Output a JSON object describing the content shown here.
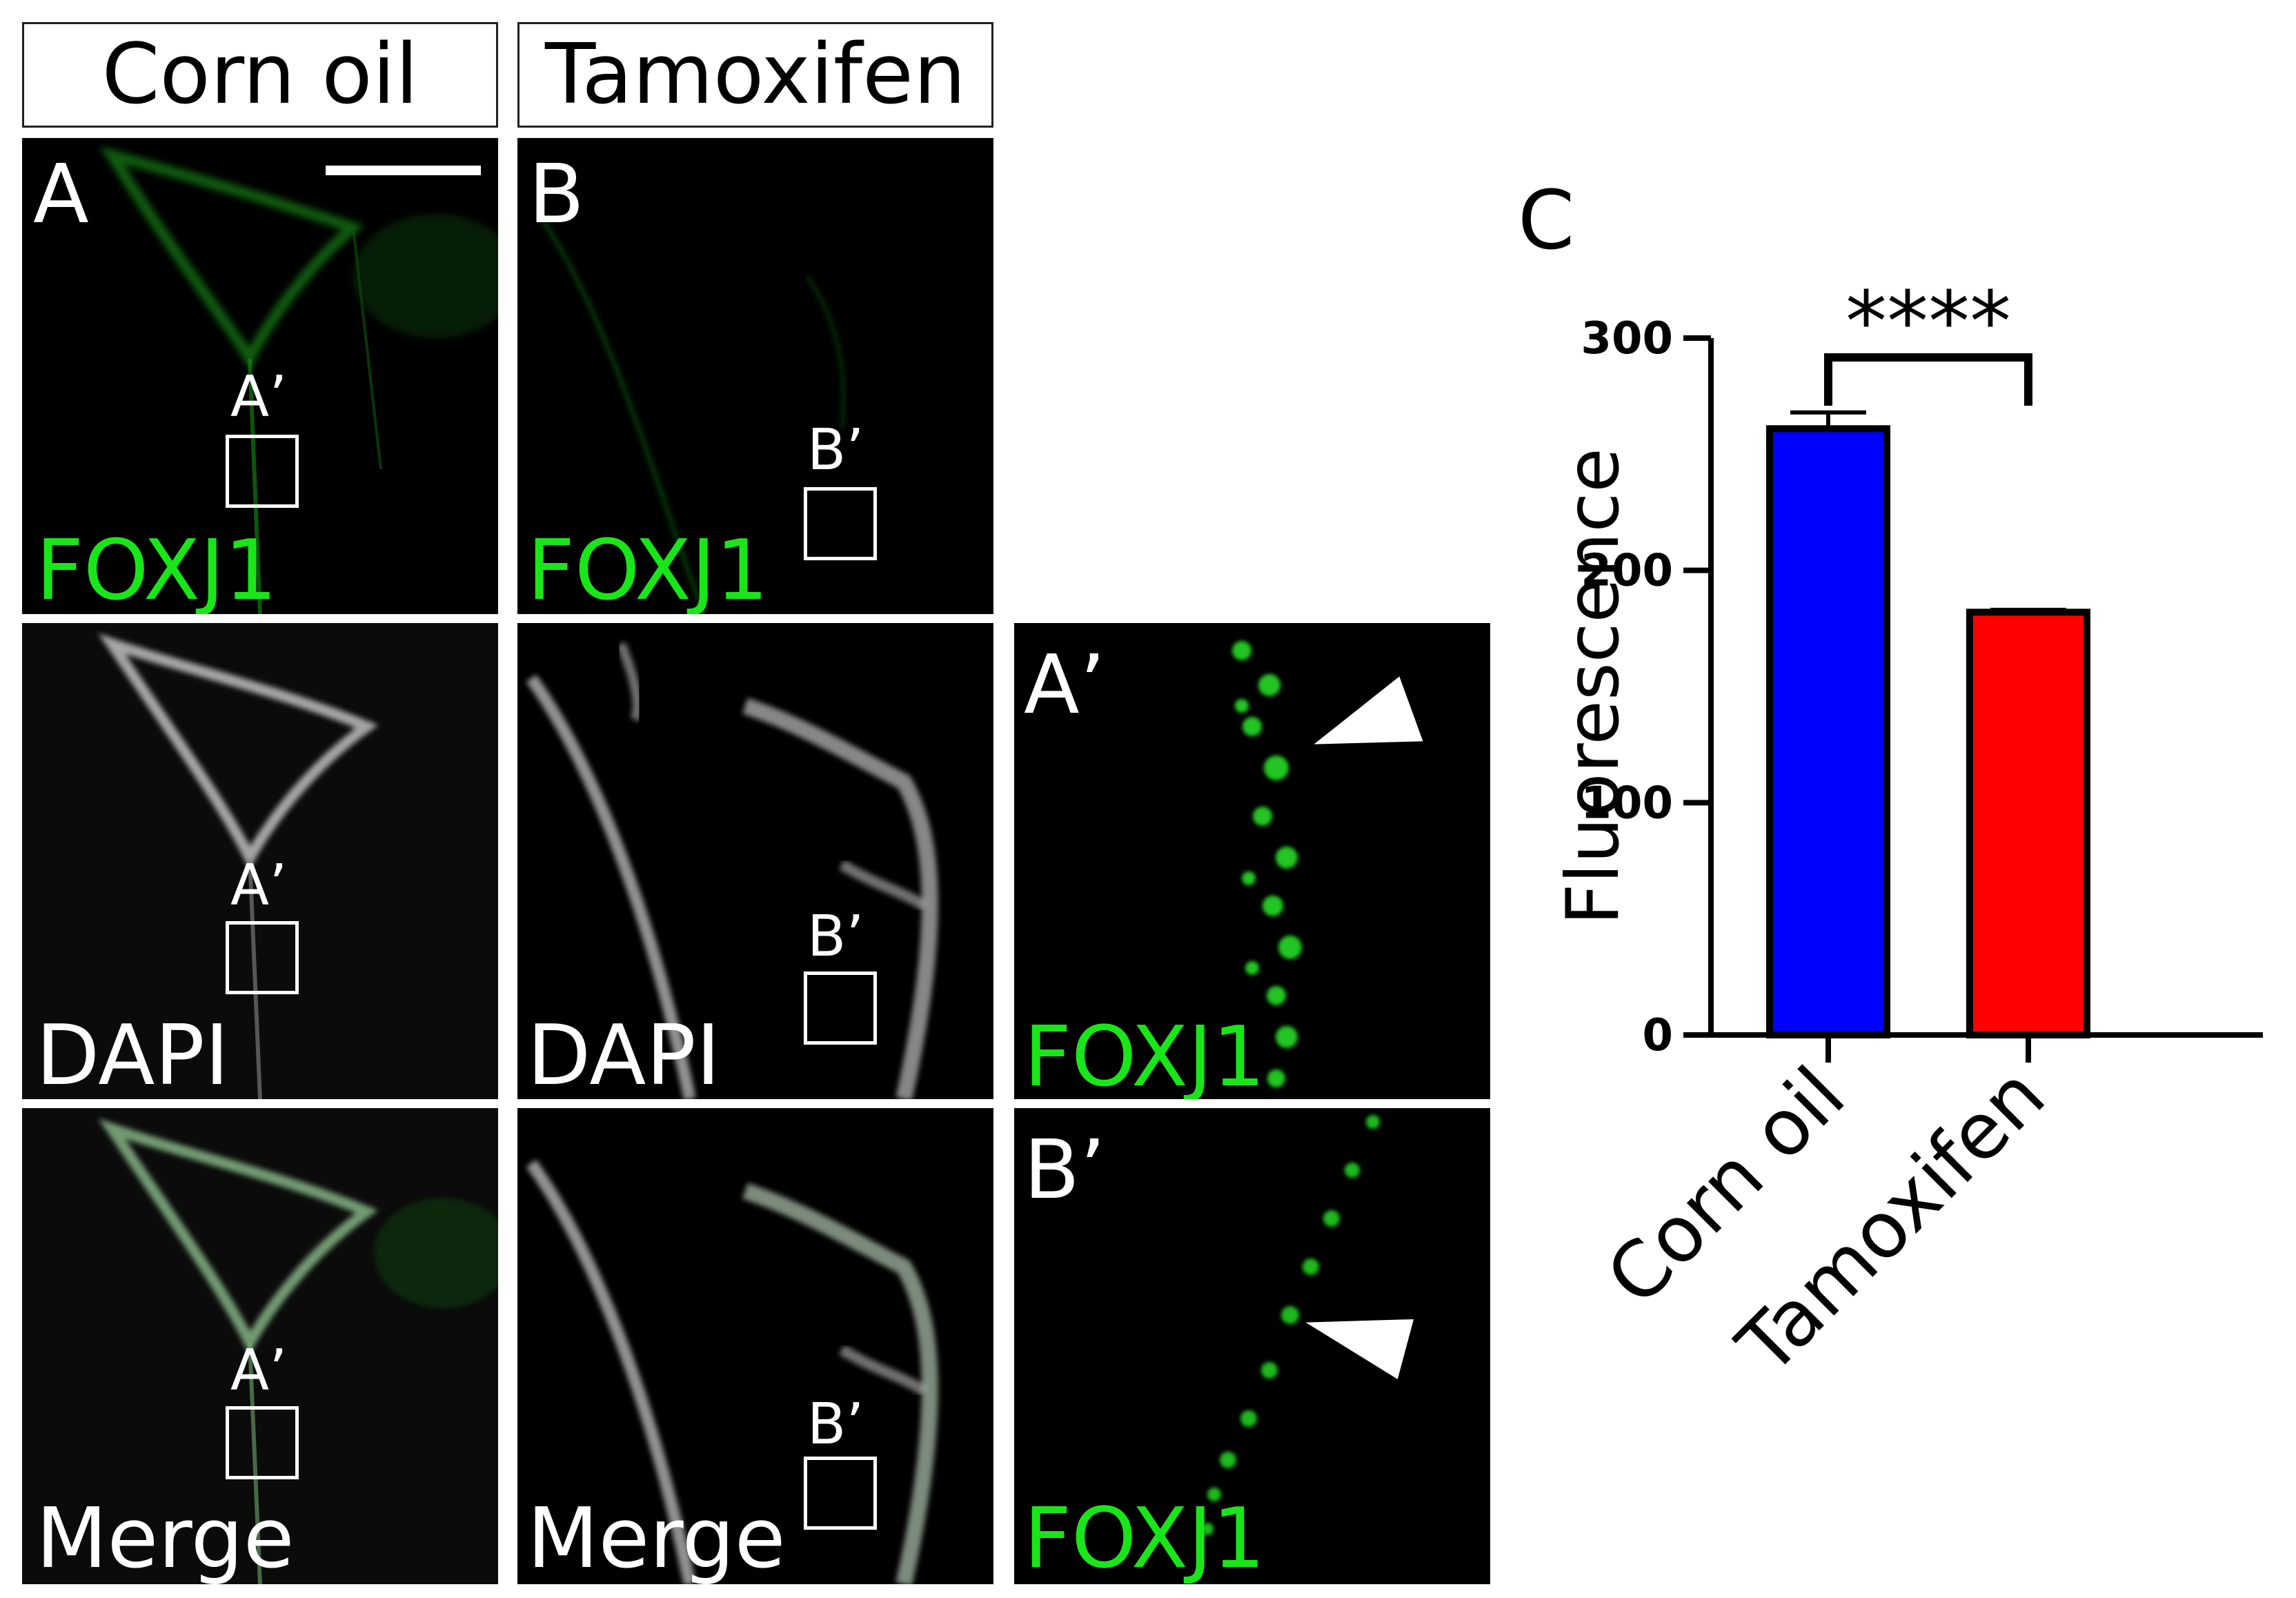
{
  "headers": {
    "corn_oil": "Corn oil",
    "tamoxifen": "Tamoxifen"
  },
  "panels": {
    "a": {
      "label": "A",
      "channel": "FOXJ1",
      "roi": "A’"
    },
    "b": {
      "label": "B",
      "channel": "FOXJ1",
      "roi": "B’"
    },
    "a_dapi": {
      "channel": "DAPI",
      "roi": "A’"
    },
    "b_dapi": {
      "channel": "DAPI",
      "roi": "B’"
    },
    "a_merge": {
      "channel": "Merge",
      "roi": "A’"
    },
    "b_merge": {
      "channel": "Merge",
      "roi": "B’"
    },
    "a_prime": {
      "label": "A’",
      "channel": "FOXJ1"
    },
    "b_prime": {
      "label": "B’",
      "channel": "FOXJ1"
    }
  },
  "colors": {
    "foxj1_green": "#19e619",
    "dapi_white": "#ffffff",
    "corn_oil_bar": "#0000ff",
    "tamoxifen_bar": "#ff0000"
  },
  "chart_data": {
    "type": "bar",
    "panel_label": "C",
    "categories": [
      "Corn oil",
      "Tamoxifen"
    ],
    "values": [
      261,
      182
    ],
    "errors": [
      7,
      1
    ],
    "bar_colors": [
      "#0000ff",
      "#ff0000"
    ],
    "ylabel": "Fluorescence",
    "ylim": [
      0,
      300
    ],
    "yticks": [
      0,
      100,
      200,
      300
    ],
    "significance": {
      "label": "****",
      "between": [
        "Corn oil",
        "Tamoxifen"
      ]
    }
  }
}
